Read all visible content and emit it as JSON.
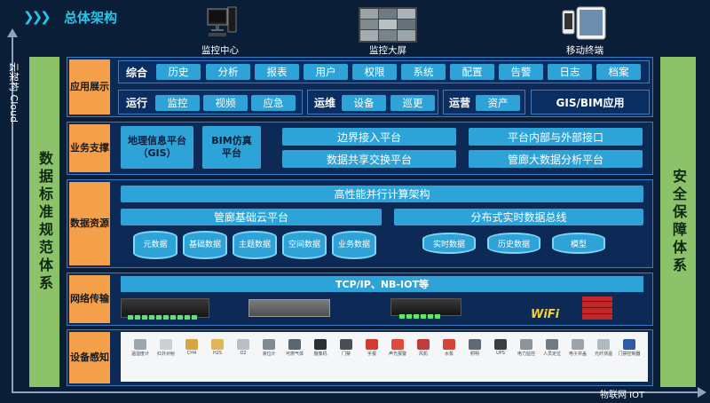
{
  "title": "总体架构",
  "axes": {
    "vertical_label": "云架构 Cloud",
    "horizontal_label": "物联网 IOT"
  },
  "devices": [
    {
      "label": "监控中心",
      "icon": "desktop-computer-icon"
    },
    {
      "label": "监控大屏",
      "icon": "video-wall-icon"
    },
    {
      "label": "移动终端",
      "icon": "mobile-devices-icon"
    }
  ],
  "left_side": "数据标准规范体系",
  "right_side": "安全保障体系",
  "layers": {
    "app": {
      "tab": "应用展示",
      "row1_label": "综合",
      "row1_items": [
        "历史",
        "分析",
        "报表",
        "用户",
        "权限",
        "系统",
        "配置",
        "告警",
        "日志",
        "档案"
      ],
      "run_label": "运行",
      "run_items": [
        "监控",
        "视频",
        "应急"
      ],
      "ops_label": "运维",
      "ops_items": [
        "设备",
        "巡更"
      ],
      "oper_label": "运营",
      "oper_items": [
        "资产"
      ],
      "gis_bim": "GIS/BIM应用"
    },
    "biz": {
      "tab": "业务支撑",
      "gis_platform": "地理信息平台（GIS）",
      "bim_platform": "BIM仿真平台",
      "items": [
        "边界接入平台",
        "平台内部与外部接口",
        "数据共享交换平台",
        "管廊大数据分析平台"
      ]
    },
    "data": {
      "tab": "数据资源",
      "hpc": "高性能并行计算架构",
      "cloud": "管廊基础云平台",
      "bus": "分布式实时数据总线",
      "cloud_dbs": [
        "元数据",
        "基础数据",
        "主题数据",
        "空间数据",
        "业务数据"
      ],
      "bus_dbs": [
        "实时数据",
        "历史数据",
        "模型"
      ]
    },
    "net": {
      "tab": "网络传输",
      "protocol": "TCP/IP、NB-IOT等",
      "wifi_label": "WiFi"
    },
    "device": {
      "tab": "设备感知",
      "sensors": [
        "温湿度计",
        "红外对射",
        "CH4",
        "H2S",
        "O2",
        "液位计",
        "可燃气体",
        "摄像机",
        "门禁",
        "手报",
        "声光报警",
        "风机",
        "水泵",
        "照明",
        "UPS",
        "电力监控",
        "人员定位",
        "电子井盖",
        "光纤测温",
        "门禁控制器"
      ]
    }
  }
}
